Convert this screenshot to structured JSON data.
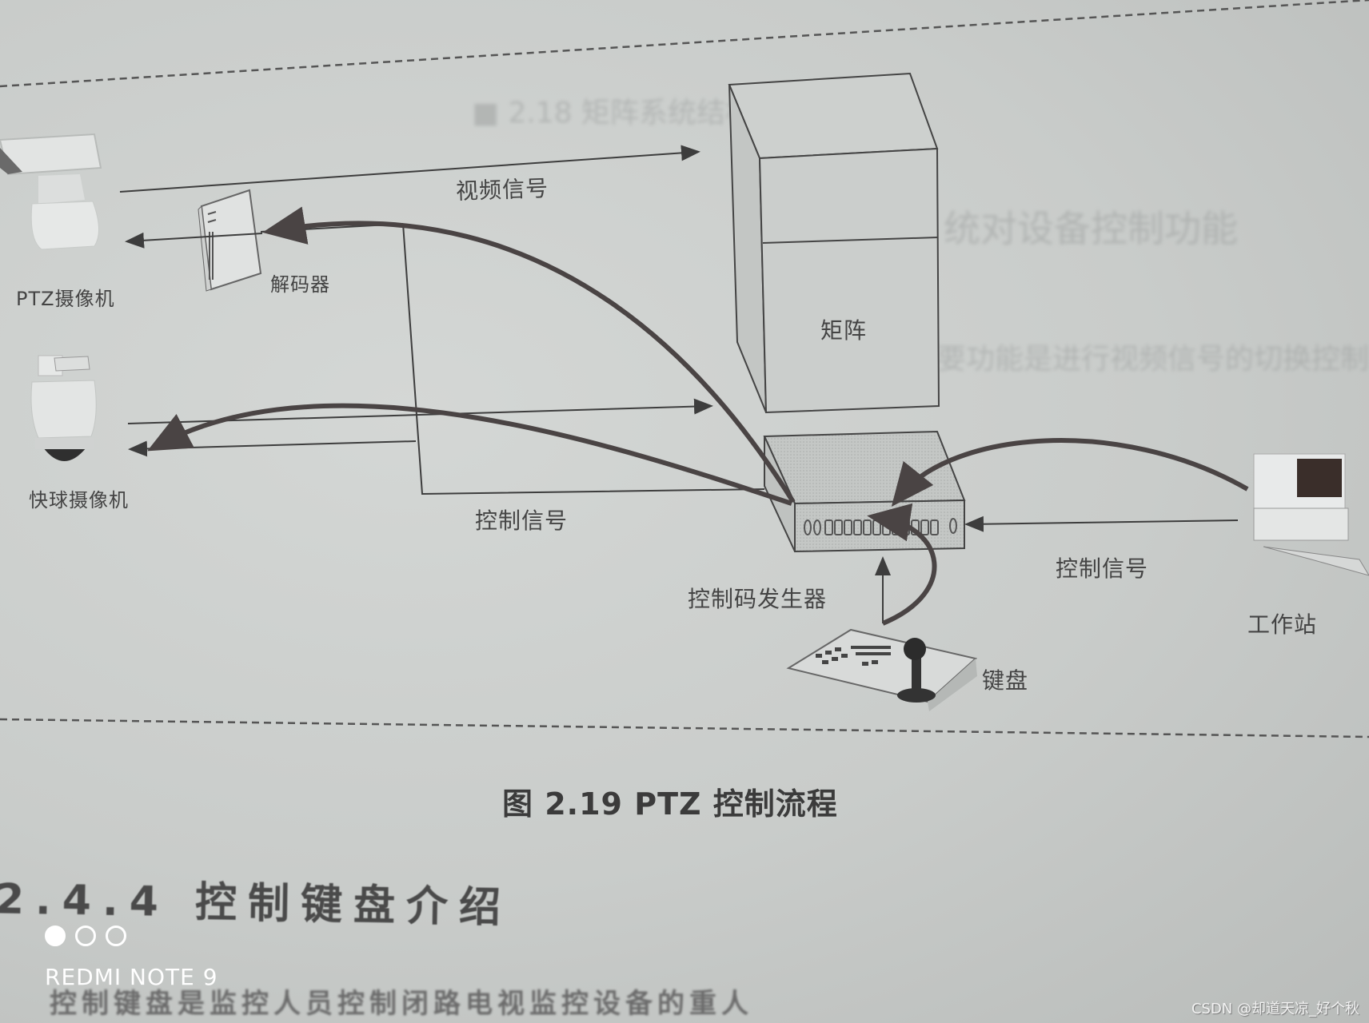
{
  "diagram": {
    "nodes": {
      "ptz_camera": "PTZ摄像机",
      "decoder": "解码器",
      "speed_dome_camera": "快球摄像机",
      "matrix": "矩阵",
      "control_code_generator": "控制码发生器",
      "keyboard": "键盘",
      "workstation": "工作站"
    },
    "edges": {
      "video_signal": "视频信号",
      "control_signal_left": "控制信号",
      "control_signal_right": "控制信号"
    }
  },
  "caption": "图 2.19   PTZ 控制流程",
  "section_heading": "2.4.4  控制键盘介绍",
  "body_text_partial": "控制键盘是监控人员控制闭路电视监控设备的重人",
  "overlay": {
    "device_label": "REDMI NOTE 9",
    "page_dots": [
      true,
      false,
      false
    ],
    "watermark": "CSDN @却道天凉_好个秋"
  },
  "colors": {
    "paper": "#cfd2d0",
    "ink": "#3a3a3a",
    "arrow_curve": "#4a4444"
  }
}
